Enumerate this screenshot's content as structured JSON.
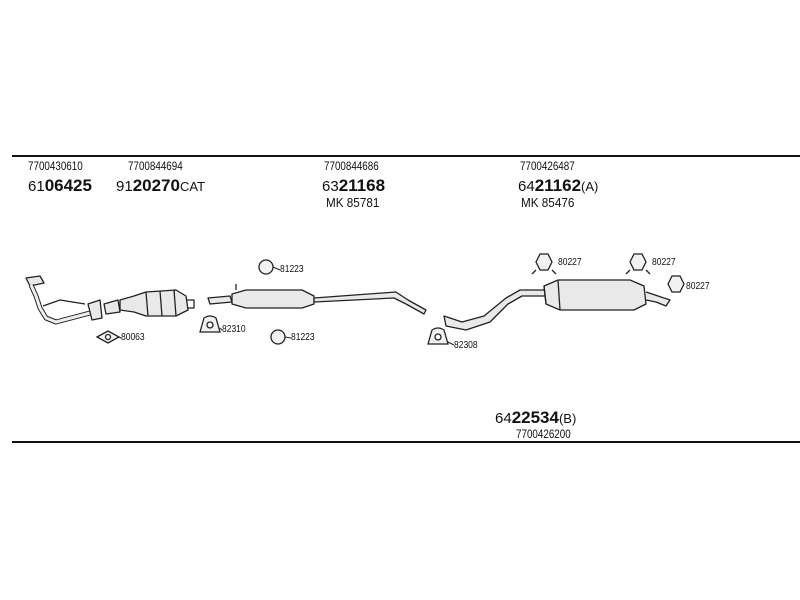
{
  "parts": {
    "p1": {
      "oe": "7700430610",
      "prefix": "61",
      "main": "06425",
      "suffix": ""
    },
    "p2": {
      "oe": "7700844694",
      "prefix": "91",
      "main": "20270",
      "suffix": "CAT"
    },
    "p3": {
      "oe": "7700844686",
      "prefix": "63",
      "main": "21168",
      "suffix": "",
      "mk": "MK 85781"
    },
    "p4": {
      "oe": "7700426487",
      "prefix": "64",
      "main": "21162",
      "suffix": "(A)",
      "mk": "MK 85476"
    },
    "p5": {
      "oe": "7700426200",
      "prefix": "64",
      "main": "22534",
      "suffix": "(B)"
    }
  },
  "fittings": {
    "f1": "81223",
    "f2": "82310",
    "f3": "81223",
    "f4": "80063",
    "f5": "82308",
    "f6": "80227",
    "f7": "80227",
    "f8": "80227"
  }
}
